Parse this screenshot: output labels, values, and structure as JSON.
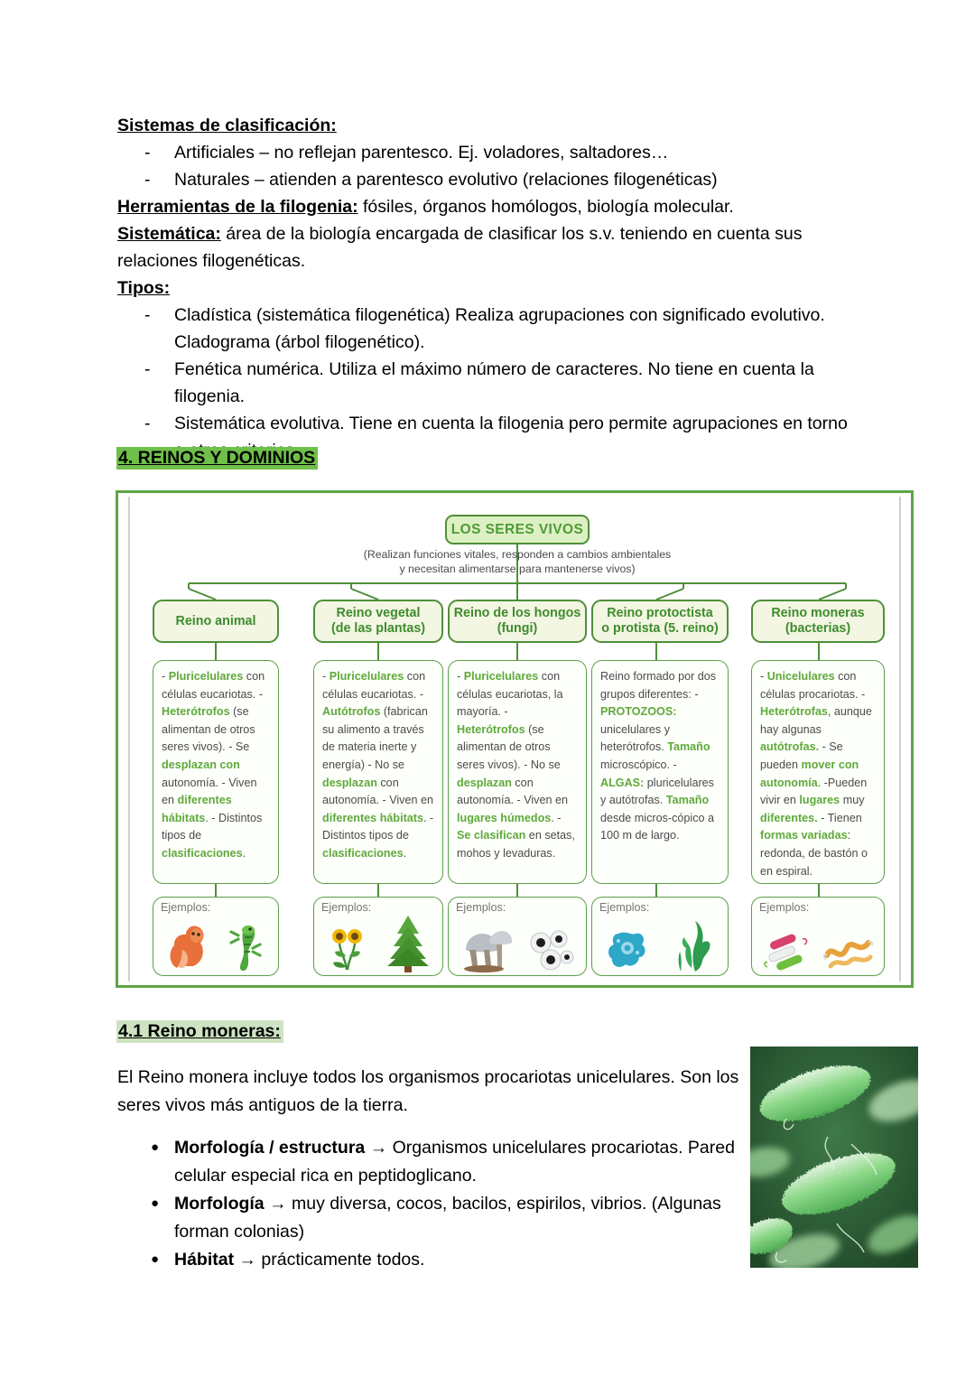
{
  "document": {
    "intro": {
      "heading_sistemas": "Sistemas de clasificación:",
      "items_sistemas": [
        "Artificiales – no reflejan parentesco. Ej. voladores, saltadores…",
        "Naturales – atienden a parentesco evolutivo (relaciones filogenéticas)"
      ],
      "herramientas_label": "Herramientas de la filogenia:",
      "herramientas_text": " fósiles, órganos homólogos, biología molecular.",
      "sistematica_label": "Sistemática:",
      "sistematica_text": " área de la biología encargada de clasificar los s.v. teniendo en cuenta sus relaciones filogenéticas.",
      "tipos_label": "Tipos:",
      "items_tipos": [
        "Cladística (sistemática filogenética) Realiza agrupaciones con significado evolutivo. Cladograma (árbol filogenético).",
        "Fenética numérica. Utiliza el máximo número de caracteres. No tiene en cuenta la filogenia.",
        "Sistemática evolutiva. Tiene en cuenta la filogenia pero permite agrupaciones en torno a otros criterios."
      ],
      "dash": "-"
    },
    "section4": {
      "title": "4. REINOS Y DOMINIOS",
      "highlight_color": "#6FC04A"
    },
    "section41": {
      "title": "4.1 Reino moneras:",
      "highlight_color": "#CDE3C1"
    },
    "moneras": {
      "paragraph": "El Reino monera incluye todos los organismos procariotas unicelulares. Son los seres vivos más antiguos de la tierra.",
      "bullet_char": "●",
      "arrow": "→",
      "bullets": [
        {
          "label": "Morfología / estructura",
          "text": " → Organismos unicelulares procariotas. Pared celular especial rica en peptidoglicano."
        },
        {
          "label": "Morfología",
          "text": " → muy diversa, cocos, bacilos, espirilos, vibrios. (Algunas forman colonias)"
        },
        {
          "label": "Hábitat",
          "text": " → prácticamente todos."
        }
      ],
      "photo_name": "bacteria-micrograph"
    }
  },
  "diagram": {
    "title": "LOS SERES VIVOS",
    "subtitle": "(Realizan funciones vitales, responden a cambios ambientales\ny necesitan alimentarse para mantenerse vivos)",
    "examples_label": "Ejemplos:",
    "colors": {
      "border": "#5FA544",
      "node_fill": "#DDF0C4",
      "node_text": "#4e9b36",
      "box_fill": "#F2F6E2",
      "highlight_text": "#5FA93B",
      "body_text": "#4b4b4b"
    },
    "kingdoms": [
      {
        "name": "Reino animal",
        "name_lines": [
          "Reino animal"
        ],
        "features": [
          {
            "pre": "- ",
            "hi": "Pluricelulares",
            "post": " con células eucariotas."
          },
          {
            "pre": "- ",
            "hi": "Heterótrofos",
            "post": " (se alimentan de otros seres vivos)."
          },
          {
            "pre": "- Se ",
            "hi": "desplazan con",
            "post": " autonomía."
          },
          {
            "pre": "- Viven en ",
            "hi": "diferentes hábitats",
            "post": "."
          },
          {
            "pre": "- Distintos tipos de ",
            "hi": "clasificaciones",
            "post": "."
          }
        ],
        "examples": [
          "squirrel-icon",
          "lizard-icon"
        ]
      },
      {
        "name": "Reino vegetal (de las plantas)",
        "name_lines": [
          "Reino vegetal",
          "(de las plantas)"
        ],
        "features": [
          {
            "pre": "- ",
            "hi": "Pluricelulares",
            "post": " con células eucariotas."
          },
          {
            "pre": "- ",
            "hi": "Autótrofos",
            "post": " (fabrican su alimento a través de materia inerte y energía)"
          },
          {
            "pre": "- No se ",
            "hi": "desplazan",
            "post": " con autonomía."
          },
          {
            "pre": "- Viven en ",
            "hi": "diferentes hábitats",
            "post": "."
          },
          {
            "pre": "- Distintos tipos de ",
            "hi": "clasificaciones",
            "post": "."
          }
        ],
        "examples": [
          "sunflower-icon",
          "pine-tree-icon"
        ]
      },
      {
        "name": "Reino de los hongos (fungi)",
        "name_lines": [
          "Reino de los hongos",
          "(fungi)"
        ],
        "features": [
          {
            "pre": "- ",
            "hi": "Pluricelulares",
            "post": " con células eucariotas, la mayoría."
          },
          {
            "pre": "- ",
            "hi": "Heterótrofos",
            "post": " (se alimentan de otros seres vivos)."
          },
          {
            "pre": "- No se ",
            "hi": "desplazan",
            "post": " con autonomía."
          },
          {
            "pre": "- Viven en ",
            "hi": "lugares húmedos",
            "post": "."
          },
          {
            "pre": "- ",
            "hi": "Se clasifican",
            "post": " en setas, mohos y levaduras."
          }
        ],
        "examples": [
          "mushroom-icon",
          "mold-spore-icon"
        ]
      },
      {
        "name": "Reino protoctista o protista (5. reino)",
        "name_lines": [
          "Reino protoctista",
          "o protista (5.  reino)"
        ],
        "features": [
          {
            "pre": "Reino formado por dos grupos diferentes:",
            "hi": "",
            "post": ""
          },
          {
            "pre": "- ",
            "hi": "PROTOZOOS:",
            "post": " unicelulares y heterótrofos."
          },
          {
            "pre": "",
            "hi": "Tamaño",
            "post": " microscópico."
          },
          {
            "pre": "- ",
            "hi": "ALGAS:",
            "post": " pluricelulares y autótrofas."
          },
          {
            "pre": "",
            "hi": "Tamaño",
            "post": " desde micros-cópico a 100 m de largo."
          }
        ],
        "examples": [
          "amoeba-icon",
          "seaweed-icon"
        ]
      },
      {
        "name": "Reino moneras (bacterias)",
        "name_lines": [
          "Reino moneras",
          "(bacterias)"
        ],
        "features": [
          {
            "pre": "- ",
            "hi": "Unicelulares",
            "post": " con células procariotas."
          },
          {
            "pre": "- ",
            "hi": "Heterótrofas",
            "post": ", aunque hay algunas "
          },
          {
            "pre": "- Se pueden ",
            "hi": "mover con autonomía",
            "post": "."
          },
          {
            "pre": "-Pueden vivir en ",
            "hi": "lugares",
            "post": " muy "
          },
          {
            "pre": "- Tienen ",
            "hi": "formas variadas",
            "post": ": redonda, de bastón o en espiral."
          }
        ],
        "examples": [
          "bacilli-icon",
          "spirilla-icon"
        ]
      }
    ]
  }
}
